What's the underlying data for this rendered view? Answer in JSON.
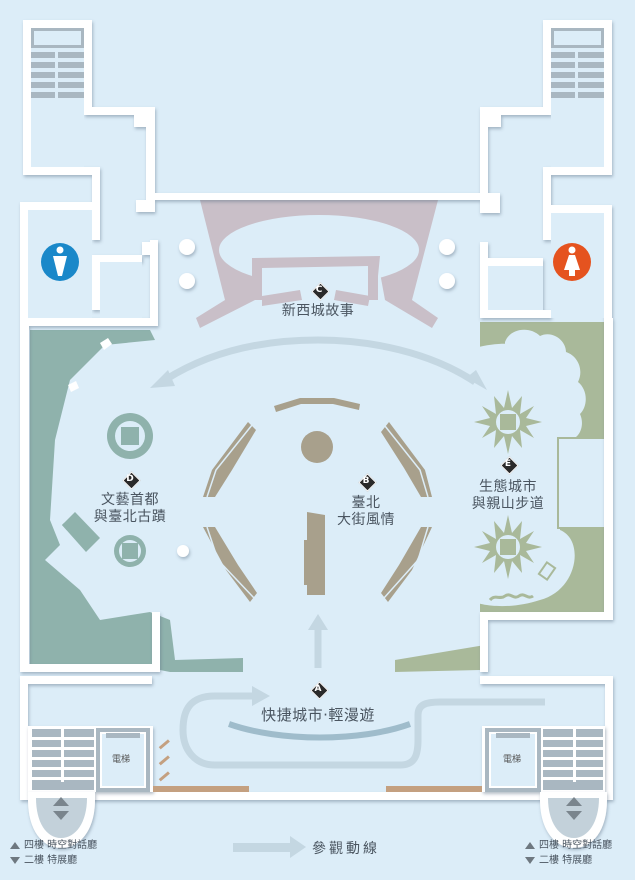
{
  "colors": {
    "background": "#dcedf8",
    "wall": "#ffffff",
    "zone_c": "#c9bfc8",
    "zone_d": "#8fb2ac",
    "zone_e": "#a9b99a",
    "zone_b": "#a8a08c",
    "route": "#c4d7e2",
    "route_a": "#9fbccb",
    "restroom_male": "#1a88c9",
    "restroom_female": "#e5531f",
    "stairs": "#a9b7c1",
    "door": "#c4a080"
  },
  "zones": {
    "a": {
      "letter": "A",
      "title": "快捷城市·輕漫遊"
    },
    "b": {
      "letter": "B",
      "line1": "臺北",
      "line2": "大街風情"
    },
    "c": {
      "letter": "C",
      "title": "新西城故事"
    },
    "d": {
      "letter": "D",
      "line1": "文藝首都",
      "line2": "與臺北古蹟"
    },
    "e": {
      "letter": "E",
      "line1": "生態城市",
      "line2": "與親山步道"
    }
  },
  "facilities": {
    "restroom_male_icon": "male-restroom-icon",
    "restroom_female_icon": "female-restroom-icon",
    "elevator_left": "電梯",
    "elevator_right": "電梯"
  },
  "legend": {
    "left": {
      "up": "四樓 時空對話廳",
      "down": "二樓 特展廳"
    },
    "right": {
      "up": "四樓 時空對話廳",
      "down": "二樓 特展廳"
    },
    "route_label": "參觀動線"
  }
}
